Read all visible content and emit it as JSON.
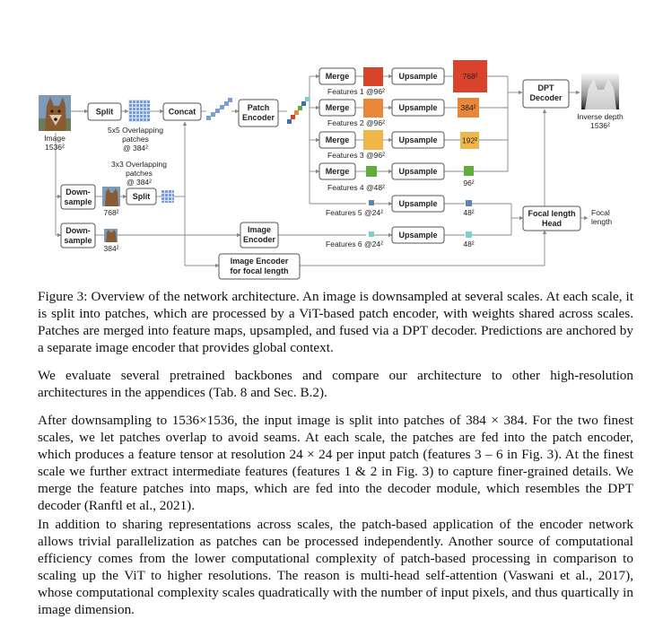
{
  "figure": {
    "image_label": "Image",
    "image_size": "1536²",
    "split1": "Split",
    "overlap5": [
      "5x5 Overlapping",
      "patches",
      "@ 384²"
    ],
    "concat": "Concat",
    "patch_encoder": [
      "Patch",
      "Encoder"
    ],
    "merge": "Merge",
    "upsample": "Upsample",
    "feat1": "Features 1 @96²",
    "feat2": "Features 2 @96²",
    "feat3": "Features 3 @96²",
    "feat4": "Features 4 @48²",
    "feat5": "Features 5 @24²",
    "feat6": "Features 6 @24²",
    "out1": "768²",
    "out2": "384²",
    "out3": "192²",
    "out4": "96²",
    "out5": "48²",
    "out6": "48²",
    "dpt": [
      "DPT",
      "Decoder"
    ],
    "inverse_depth": [
      "Inverse depth",
      "1536²"
    ],
    "overlap3": [
      "3x3 Overlapping",
      "patches",
      "@ 384²"
    ],
    "downsample": [
      "Down-",
      "sample"
    ],
    "size768": "768²",
    "size384": "384²",
    "split2": "Split",
    "image_encoder": [
      "Image",
      "Encoder"
    ],
    "image_encoder_focal": [
      "Image Encoder",
      "for focal length"
    ],
    "focal_head": [
      "Focal length",
      "Head"
    ],
    "focal_out": [
      "Focal",
      "length"
    ]
  },
  "caption": "Figure 3: Overview of the network architecture. An image is downsampled at several scales. At each scale, it is split into patches, which are processed by a ViT-based patch encoder, with weights shared across scales. Patches are merged into feature maps, upsampled, and fused via a DPT decoder. Predictions are anchored by a separate image encoder that provides global context.",
  "paragraphs": [
    "We evaluate several pretrained backbones and compare our architecture to other high-resolution architectures in the appendices (Tab. 8 and Sec. B.2).",
    "After downsampling to 1536×1536, the input image is split into patches of 384 × 384. For the two finest scales, we let patches overlap to avoid seams. At each scale, the patches are fed into the patch encoder, which produces a feature tensor at resolution 24 × 24 per input patch (features 3 – 6 in Fig. 3). At the finest scale we further extract intermediate features (features 1 & 2 in Fig. 3) to capture finer-grained details. We merge the feature patches into maps, which are fed into the decoder module, which resembles the DPT decoder (Ranftl et al., 2021).",
    "In addition to sharing representations across scales, the patch-based application of the encoder network allows trivial parallelization as patches can be processed independently. Another source of computational efficiency comes from the lower computational complexity of patch-based processing in comparison to scaling up the ViT to higher resolutions. The reason is multi-head self-attention (Vaswani et al., 2017), whose computational complexity scales quadratically with the number of input pixels, and thus quartically in image dimension."
  ],
  "colors": {
    "feat1": "#d9432b",
    "feat2": "#e8873a",
    "feat3": "#f0b649",
    "feat4": "#5fae3c",
    "feat5": "#5b84b8",
    "feat6": "#7ed0cf",
    "grid": "#7a9fd6",
    "encoder_block": "#3a6fb5"
  }
}
